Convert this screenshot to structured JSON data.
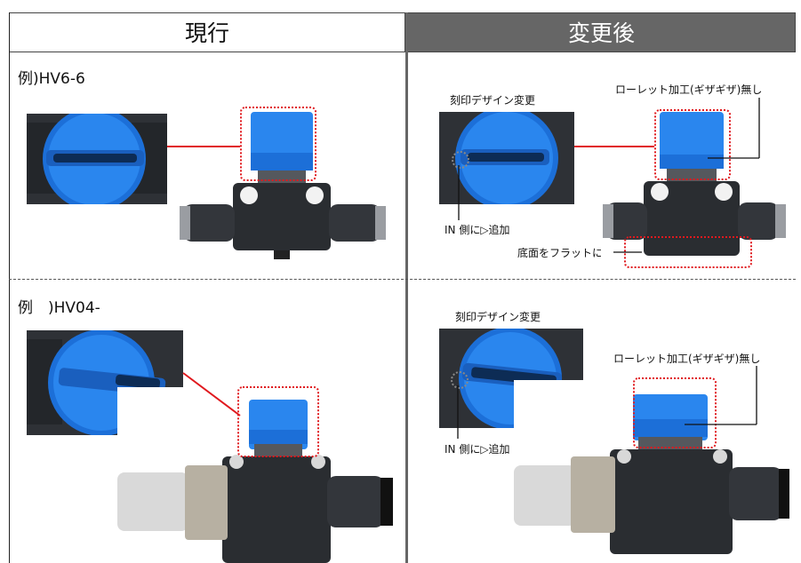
{
  "header": {
    "current": "現行",
    "changed": "変更後"
  },
  "rows": [
    {
      "current_label": "例)HV6-6",
      "changed_notes": {
        "engraving": "刻印デザイン変更",
        "knurl": "ローレット加工(ギザギザ)無し",
        "in_side": "IN 側に▷追加",
        "bottom": "底面をフラットに"
      }
    },
    {
      "current_label": "例　)HV04-",
      "changed_notes": {
        "engraving": "刻印デザイン変更",
        "knurl": "ローレット加工(ギザギザ)無し",
        "in_side": "IN 側に▷追加"
      }
    }
  ],
  "colors": {
    "callout_red": "#e0191e",
    "valve_blue": "#1f7fe0",
    "valve_body": "#2a2d31",
    "header_dark": "#666666"
  }
}
